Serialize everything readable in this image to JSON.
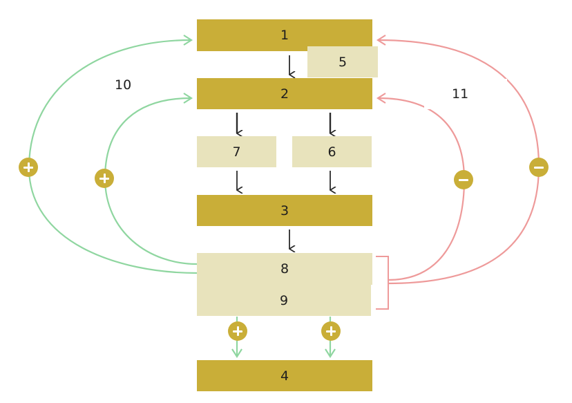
{
  "nodes": {
    "n1": "1",
    "n2": "2",
    "n3": "3",
    "n4": "4",
    "n5": "5",
    "n6": "6",
    "n7": "7",
    "n8": "8",
    "n9": "9"
  },
  "loop_labels": {
    "left": "10",
    "right": "11"
  },
  "colors": {
    "dark_box": "#c9ae38",
    "light_box": "#e8e3bc",
    "positive_link": "#8fd6a0",
    "negative_link": "#ee9a9a",
    "arrow": "#2a2a2a"
  },
  "signs": {
    "positive_icon": "plus-icon",
    "negative_icon": "minus-icon"
  }
}
